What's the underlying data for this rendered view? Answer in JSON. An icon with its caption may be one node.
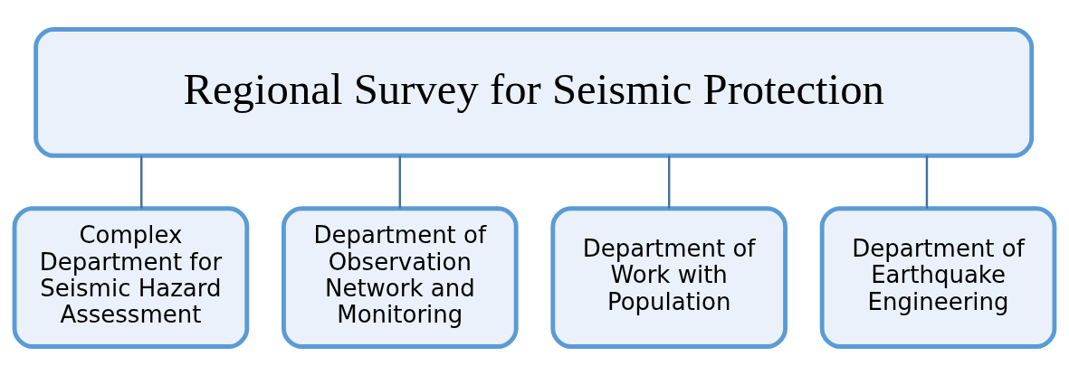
{
  "diagram": {
    "nodes": [
      {
        "text": [
          "Regional Survey for Seismic Protection"
        ]
      },
      {
        "text": [
          "Complex Department for Seismic Hazard Assessment"
        ]
      },
      {
        "text": [
          "Department of Observation Network and Monitoring"
        ]
      },
      {
        "text": [
          "Department of Work with Population"
        ]
      },
      {
        "text": [
          "Department of Earthquake Engineering"
        ]
      }
    ],
    "edges": [
      {
        "from": 0,
        "to": 1,
        "arrow": "none"
      },
      {
        "from": 0,
        "to": 2,
        "arrow": "none"
      },
      {
        "from": 0,
        "to": 3,
        "arrow": "none"
      },
      {
        "from": 0,
        "to": 4,
        "arrow": "none"
      }
    ]
  }
}
